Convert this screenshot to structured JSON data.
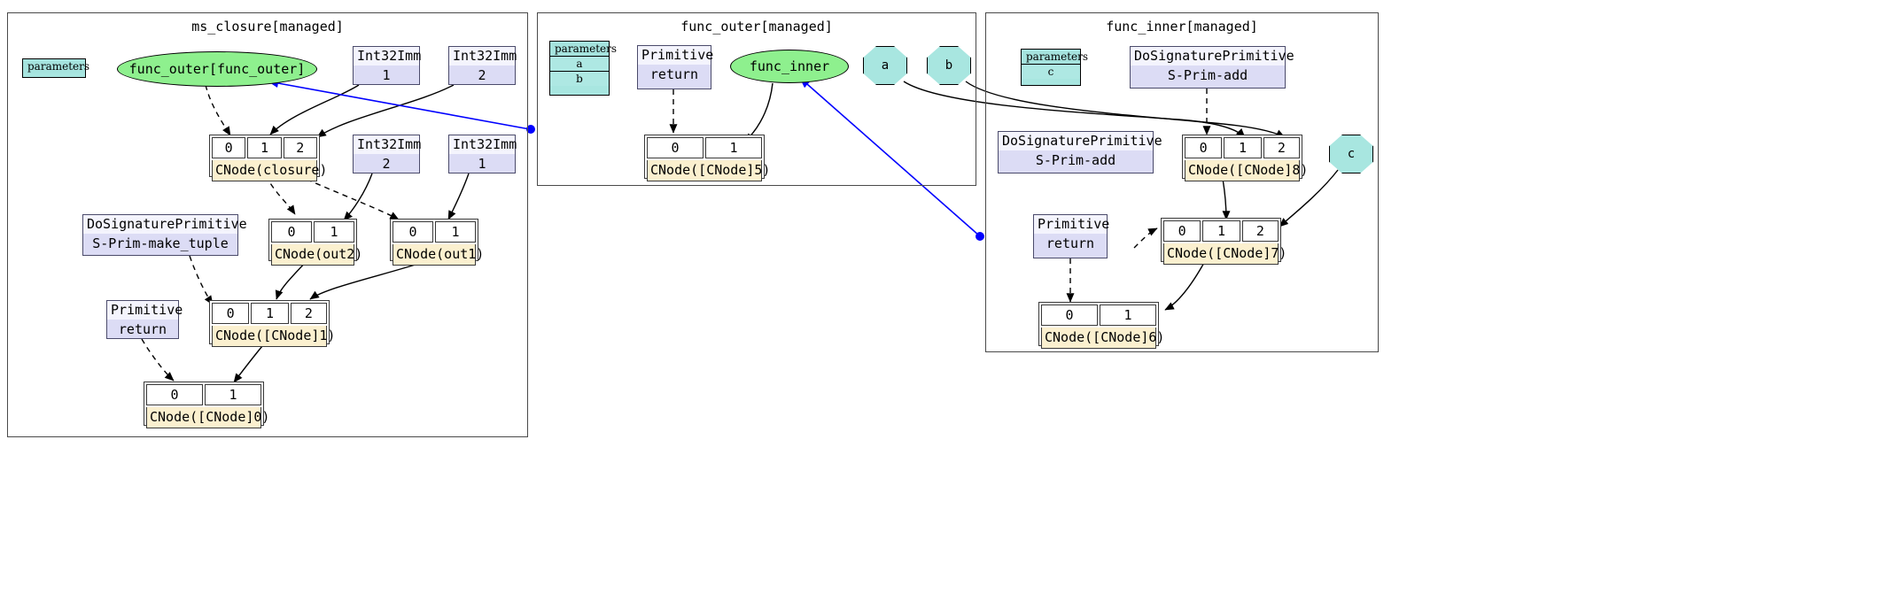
{
  "diagram": {
    "type": "computation-graph",
    "background": "#ffffff",
    "colors": {
      "func_ellipse": "#8ef08e",
      "parameters_table": "#a8e6e0",
      "octagon": "#a8e6e0",
      "primitive_box": "#dcdcf5",
      "primitive_title": "#f4f4fd",
      "cnode_label": "#fbf0cf",
      "cluster_border": "#4a4a4a",
      "edge_default": "#000000",
      "edge_highlight": "#0000ff"
    }
  },
  "clusters": [
    {
      "id": "ms_closure",
      "title": "ms_closure[managed]"
    },
    {
      "id": "func_outer",
      "title": "func_outer[managed]"
    },
    {
      "id": "func_inner",
      "title": "func_inner[managed]"
    }
  ],
  "ms_closure": {
    "parameters": {
      "header": "parameters",
      "items": []
    },
    "func_ellipse": {
      "label": "func_outer[func_outer]"
    },
    "int_imms": [
      {
        "type": "Int32Imm",
        "value": "1"
      },
      {
        "type": "Int32Imm",
        "value": "2"
      },
      {
        "type": "Int32Imm",
        "value": "2"
      },
      {
        "type": "Int32Imm",
        "value": "1"
      }
    ],
    "prims": [
      {
        "title": "DoSignaturePrimitive",
        "body": "S-Prim-make_tuple"
      },
      {
        "title": "Primitive",
        "body": "return"
      }
    ],
    "cnodes": [
      {
        "label": "CNode(closure)",
        "ports": [
          "0",
          "1",
          "2"
        ]
      },
      {
        "label": "CNode(out2)",
        "ports": [
          "0",
          "1"
        ]
      },
      {
        "label": "CNode(out1)",
        "ports": [
          "0",
          "1"
        ]
      },
      {
        "label": "CNode([CNode]1)",
        "ports": [
          "0",
          "1",
          "2"
        ]
      },
      {
        "label": "CNode([CNode]0)",
        "ports": [
          "0",
          "1"
        ]
      }
    ]
  },
  "func_outer": {
    "parameters": {
      "header": "parameters",
      "items": [
        "a",
        "b"
      ]
    },
    "prims": [
      {
        "title": "Primitive",
        "body": "return"
      }
    ],
    "func_ellipse": {
      "label": "func_inner"
    },
    "cnodes": [
      {
        "label": "CNode([CNode]5)",
        "ports": [
          "0",
          "1"
        ]
      }
    ]
  },
  "free_vars": [
    {
      "label": "a"
    },
    {
      "label": "b"
    },
    {
      "label": "c"
    }
  ],
  "func_inner": {
    "parameters": {
      "header": "parameters",
      "items": [
        "c"
      ]
    },
    "prims": [
      {
        "title": "DoSignaturePrimitive",
        "body": "S-Prim-add"
      },
      {
        "title": "DoSignaturePrimitive",
        "body": "S-Prim-add"
      },
      {
        "title": "Primitive",
        "body": "return"
      }
    ],
    "cnodes": [
      {
        "label": "CNode([CNode]8)",
        "ports": [
          "0",
          "1",
          "2"
        ]
      },
      {
        "label": "CNode([CNode]7)",
        "ports": [
          "0",
          "1",
          "2"
        ]
      },
      {
        "label": "CNode([CNode]6)",
        "ports": [
          "0",
          "1"
        ]
      }
    ]
  }
}
